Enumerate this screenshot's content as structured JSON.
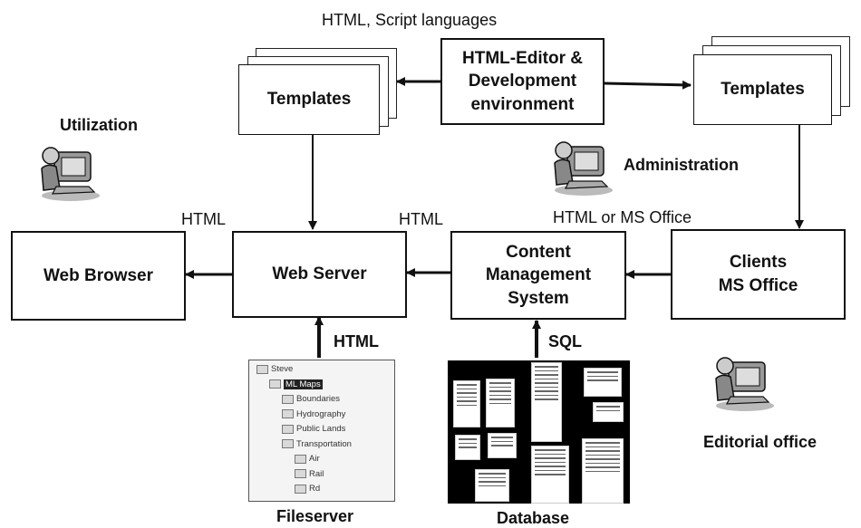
{
  "boxes": {
    "editor": "HTML-Editor &\nDevelopment\nenvironment",
    "templates_left": "Templates",
    "templates_right": "Templates",
    "web_browser": "Web Browser",
    "web_server": "Web Server",
    "cms": "Content\nManagement\nSystem",
    "clients": "Clients\nMS Office"
  },
  "labels": {
    "html_script": "HTML, Script languages",
    "utilization": "Utilization",
    "administration": "Administration",
    "html_browser": "HTML",
    "html_cms": "HTML",
    "html_ms_office": "HTML or MS Office",
    "html_fileserver": "HTML",
    "sql": "SQL",
    "editorial_office": "Editorial office",
    "fileserver": "Fileserver",
    "database": "Database"
  },
  "fileserver_tree": [
    {
      "label": "Steve",
      "level": 0,
      "selected": false
    },
    {
      "label": "ML Maps",
      "level": 1,
      "selected": true
    },
    {
      "label": "Boundaries",
      "level": 2,
      "selected": false
    },
    {
      "label": "Hydrography",
      "level": 2,
      "selected": false
    },
    {
      "label": "Public Lands",
      "level": 2,
      "selected": false
    },
    {
      "label": "Transportation",
      "level": 2,
      "selected": false
    },
    {
      "label": "Air",
      "level": 3,
      "selected": false
    },
    {
      "label": "Rail",
      "level": 3,
      "selected": false
    },
    {
      "label": "Rd",
      "level": 3,
      "selected": false
    }
  ],
  "icons": {
    "user_icon_name": "computer-user-icon",
    "stroke_color": "#111111"
  }
}
